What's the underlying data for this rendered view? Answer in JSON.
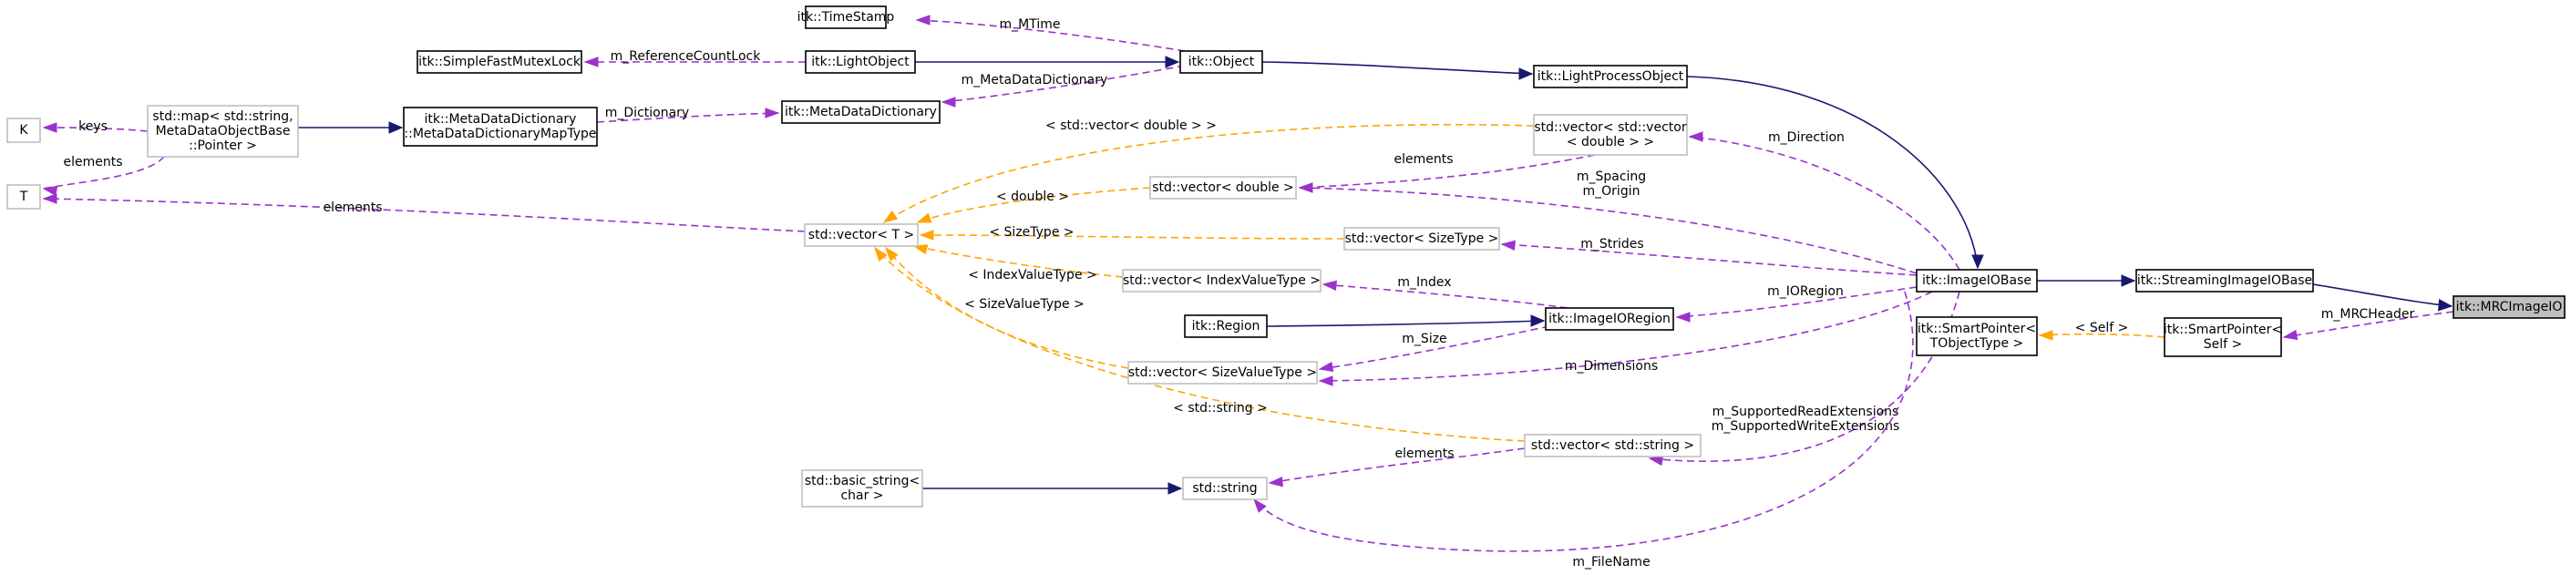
{
  "nodes": {
    "timestamp": {
      "lines": [
        "itk::TimeStamp"
      ],
      "style": "solid"
    },
    "simplefastmutexlock": {
      "lines": [
        "itk::SimpleFastMutexLock"
      ],
      "style": "solid"
    },
    "lightobject": {
      "lines": [
        "itk::LightObject"
      ],
      "style": "solid"
    },
    "object": {
      "lines": [
        "itk::Object"
      ],
      "style": "solid"
    },
    "lightprocessobject": {
      "lines": [
        "itk::LightProcessObject"
      ],
      "style": "solid"
    },
    "k": {
      "lines": [
        "K"
      ],
      "style": "grey"
    },
    "t": {
      "lines": [
        "T"
      ],
      "style": "grey"
    },
    "stdmap": {
      "lines": [
        "std::map< std::string,",
        "MetaDataObjectBase",
        "::Pointer >"
      ],
      "style": "grey"
    },
    "metadatadictionarymaptype": {
      "lines": [
        "itk::MetaDataDictionary",
        "::MetaDataDictionaryMapType"
      ],
      "style": "solid"
    },
    "metadatadictionary": {
      "lines": [
        "itk::MetaDataDictionary"
      ],
      "style": "solid"
    },
    "vector_vector_double": {
      "lines": [
        "std::vector< std::vector",
        "< double > >"
      ],
      "style": "grey"
    },
    "vector_double": {
      "lines": [
        "std::vector< double >"
      ],
      "style": "grey"
    },
    "vector_t": {
      "lines": [
        "std::vector< T >"
      ],
      "style": "grey"
    },
    "vector_sizetype": {
      "lines": [
        "std::vector< SizeType >"
      ],
      "style": "grey"
    },
    "vector_indexvaluetype": {
      "lines": [
        "std::vector< IndexValueType >"
      ],
      "style": "grey"
    },
    "region": {
      "lines": [
        "itk::Region"
      ],
      "style": "solid"
    },
    "imageioregion": {
      "lines": [
        "itk::ImageIORegion"
      ],
      "style": "solid"
    },
    "vector_sizevaluetype": {
      "lines": [
        "std::vector< SizeValueType >"
      ],
      "style": "grey"
    },
    "imageiobase": {
      "lines": [
        "itk::ImageIOBase"
      ],
      "style": "solid"
    },
    "streamingimageiobase": {
      "lines": [
        "itk::StreamingImageIOBase"
      ],
      "style": "solid"
    },
    "mrcimageio": {
      "lines": [
        "itk::MRCImageIO"
      ],
      "style": "focus"
    },
    "smartpointer_tobjecttype": {
      "lines": [
        "itk::SmartPointer<",
        "TObjectType >"
      ],
      "style": "solid"
    },
    "smartpointer_self": {
      "lines": [
        "itk::SmartPointer<",
        "Self >"
      ],
      "style": "solid"
    },
    "vector_string": {
      "lines": [
        "std::vector< std::string >"
      ],
      "style": "grey"
    },
    "basic_string": {
      "lines": [
        "std::basic_string<",
        "char >"
      ],
      "style": "grey"
    },
    "string": {
      "lines": [
        "std::string"
      ],
      "style": "grey"
    }
  },
  "edges": {
    "m_mtime": {
      "kind": "member",
      "from": "timestamp",
      "to": "object",
      "label": [
        "m_MTime"
      ]
    },
    "m_referencecountlock": {
      "kind": "member",
      "from": "simplefastmutexlock",
      "to": "lightobject",
      "label": [
        "m_ReferenceCountLock"
      ]
    },
    "lightobject_object": {
      "kind": "inherit",
      "from": "lightobject",
      "to": "object",
      "label": []
    },
    "m_metadatadictionary": {
      "kind": "member",
      "from": "metadatadictionary",
      "to": "object",
      "label": [
        "m_MetaDataDictionary"
      ]
    },
    "object_lightprocessobject": {
      "kind": "inherit",
      "from": "object",
      "to": "lightprocessobject",
      "label": []
    },
    "keys": {
      "kind": "member",
      "from": "k",
      "to": "stdmap",
      "label": [
        "keys"
      ]
    },
    "elements_t_map": {
      "kind": "member",
      "from": "t",
      "to": "stdmap",
      "label": [
        "elements"
      ]
    },
    "stdmap_maptype": {
      "kind": "inherit",
      "from": "stdmap",
      "to": "metadatadictionarymaptype",
      "label": []
    },
    "m_dictionary": {
      "kind": "member",
      "from": "metadatadictionarymaptype",
      "to": "metadatadictionary",
      "label": [
        "m_Dictionary"
      ]
    },
    "elements_t_vector": {
      "kind": "member",
      "from": "t",
      "to": "vector_t",
      "label": [
        "elements"
      ]
    },
    "tpl_vector_double_2": {
      "kind": "template",
      "from": "vector_t",
      "to": "vector_vector_double",
      "label": [
        "< std::vector< double > >"
      ]
    },
    "tpl_double": {
      "kind": "template",
      "from": "vector_t",
      "to": "vector_double",
      "label": [
        "< double >"
      ]
    },
    "tpl_sizetype": {
      "kind": "template",
      "from": "vector_t",
      "to": "vector_sizetype",
      "label": [
        "< SizeType >"
      ]
    },
    "tpl_indexvaluetype": {
      "kind": "template",
      "from": "vector_t",
      "to": "vector_indexvaluetype",
      "label": [
        "< IndexValueType >"
      ]
    },
    "tpl_sizevaluetype": {
      "kind": "template",
      "from": "vector_t",
      "to": "vector_sizevaluetype",
      "label": [
        "< SizeValueType >"
      ]
    },
    "tpl_string": {
      "kind": "template",
      "from": "vector_t",
      "to": "vector_string",
      "label": [
        "< std::string >"
      ]
    },
    "elements_double": {
      "kind": "member",
      "from": "vector_double",
      "to": "vector_vector_double",
      "label": [
        "elements"
      ]
    },
    "m_index": {
      "kind": "member",
      "from": "vector_indexvaluetype",
      "to": "imageioregion",
      "label": [
        "m_Index"
      ]
    },
    "region_imageioregion": {
      "kind": "inherit",
      "from": "region",
      "to": "imageioregion",
      "label": []
    },
    "m_size": {
      "kind": "member",
      "from": "vector_sizevaluetype",
      "to": "imageioregion",
      "label": [
        "m_Size"
      ]
    },
    "lightprocessobject_imageiobase": {
      "kind": "inherit",
      "from": "lightprocessobject",
      "to": "imageiobase",
      "label": []
    },
    "m_direction": {
      "kind": "member",
      "from": "vector_vector_double",
      "to": "imageiobase",
      "label": [
        "m_Direction"
      ]
    },
    "m_spacing": {
      "kind": "member",
      "from": "vector_double",
      "to": "imageiobase",
      "label": [
        "m_Spacing",
        "m_Origin"
      ]
    },
    "m_strides": {
      "kind": "member",
      "from": "vector_sizetype",
      "to": "imageiobase",
      "label": [
        "m_Strides"
      ]
    },
    "m_ioregion": {
      "kind": "member",
      "from": "imageioregion",
      "to": "imageiobase",
      "label": [
        "m_IORegion"
      ]
    },
    "m_dimensions": {
      "kind": "member",
      "from": "vector_sizevaluetype",
      "to": "imageiobase",
      "label": [
        "m_Dimensions"
      ]
    },
    "m_supportedextensions": {
      "kind": "member",
      "from": "vector_string",
      "to": "imageiobase",
      "label": [
        "m_SupportedReadExtensions",
        "m_SupportedWriteExtensions"
      ]
    },
    "elements_string": {
      "kind": "member",
      "from": "string",
      "to": "vector_string",
      "label": [
        "elements"
      ]
    },
    "basic_string_string": {
      "kind": "inherit",
      "from": "basic_string",
      "to": "string",
      "label": []
    },
    "m_filename": {
      "kind": "member",
      "from": "string",
      "to": "imageiobase",
      "label": [
        "m_FileName"
      ]
    },
    "imageiobase_streaming": {
      "kind": "inherit",
      "from": "imageiobase",
      "to": "streamingimageiobase",
      "label": []
    },
    "streaming_mrc": {
      "kind": "inherit",
      "from": "streamingimageiobase",
      "to": "mrcimageio",
      "label": []
    },
    "tpl_self": {
      "kind": "template",
      "from": "smartpointer_tobjecttype",
      "to": "smartpointer_self",
      "label": [
        "< Self >"
      ]
    },
    "m_mrcheader": {
      "kind": "member",
      "from": "smartpointer_self",
      "to": "mrcimageio",
      "label": [
        "m_MRCHeader"
      ]
    }
  }
}
